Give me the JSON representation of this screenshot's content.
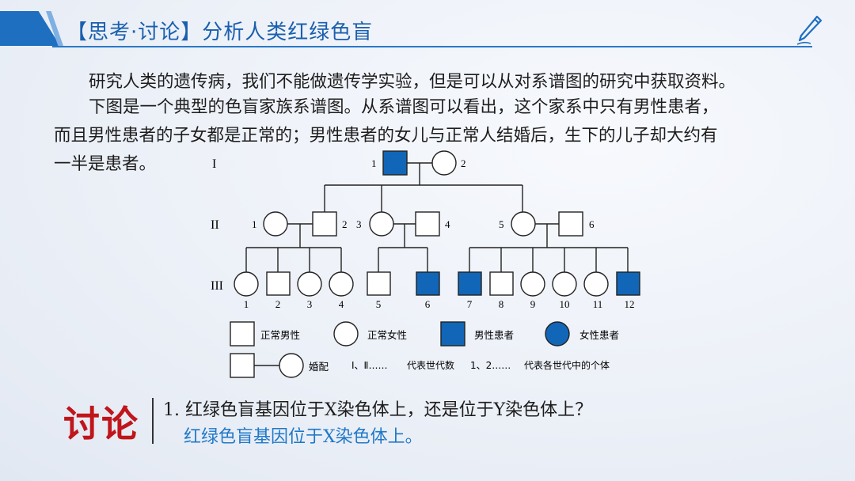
{
  "header": {
    "title": "【思考·讨论】分析人类红绿色盲"
  },
  "content": {
    "para1": "研究人类的遗传病，我们不能做遗传学实验，但是可以从对系谱图的研究中获取资料。",
    "para2_line1": "下图是一个典型的色盲家族系谱图。从系谱图可以看出，这个家系中只有男性患者，",
    "para2_line2": "而且男性患者的子女都是正常的；男性患者的女儿与正常人结婚后，生下的儿子却大约有",
    "para2_line3": "一半是患者。"
  },
  "pedigree": {
    "generations": [
      "I",
      "II",
      "III"
    ],
    "gen1": [
      {
        "num": "1",
        "sex": "male",
        "affected": true
      },
      {
        "num": "2",
        "sex": "female",
        "affected": false
      }
    ],
    "gen2": [
      {
        "num": "1",
        "sex": "female",
        "affected": false
      },
      {
        "num": "2",
        "sex": "male",
        "affected": false
      },
      {
        "num": "3",
        "sex": "female",
        "affected": false
      },
      {
        "num": "4",
        "sex": "male",
        "affected": false
      },
      {
        "num": "5",
        "sex": "female",
        "affected": false
      },
      {
        "num": "6",
        "sex": "male",
        "affected": false
      }
    ],
    "gen3": [
      {
        "num": "1",
        "sex": "female",
        "affected": false
      },
      {
        "num": "2",
        "sex": "male",
        "affected": false
      },
      {
        "num": "3",
        "sex": "female",
        "affected": false
      },
      {
        "num": "4",
        "sex": "female",
        "affected": false
      },
      {
        "num": "5",
        "sex": "male",
        "affected": false
      },
      {
        "num": "6",
        "sex": "male",
        "affected": true
      },
      {
        "num": "7",
        "sex": "male",
        "affected": true
      },
      {
        "num": "8",
        "sex": "male",
        "affected": false
      },
      {
        "num": "9",
        "sex": "female",
        "affected": false
      },
      {
        "num": "10",
        "sex": "female",
        "affected": false
      },
      {
        "num": "11",
        "sex": "female",
        "affected": false
      },
      {
        "num": "12",
        "sex": "male",
        "affected": true
      }
    ],
    "affected_color": "#1166b8"
  },
  "legend": {
    "normal_male": "正常男性",
    "normal_female": "正常女性",
    "affected_male": "男性患者",
    "affected_female": "女性患者",
    "marriage": "婚配",
    "gen_numerals": "Ⅰ、Ⅱ……",
    "gen_desc": "代表世代数",
    "ind_numerals": "1、2……",
    "ind_desc": "代表各世代中的个体"
  },
  "discussion": {
    "label": "讨论",
    "question": "1. 红绿色盲基因位于X染色体上，还是位于Y染色体上？",
    "answer": "红绿色盲基因位于X染色体上。"
  },
  "colors": {
    "brand_blue": "#1f6fc0",
    "discussion_red": "#c0161b",
    "answer_blue": "#1f78c8"
  }
}
